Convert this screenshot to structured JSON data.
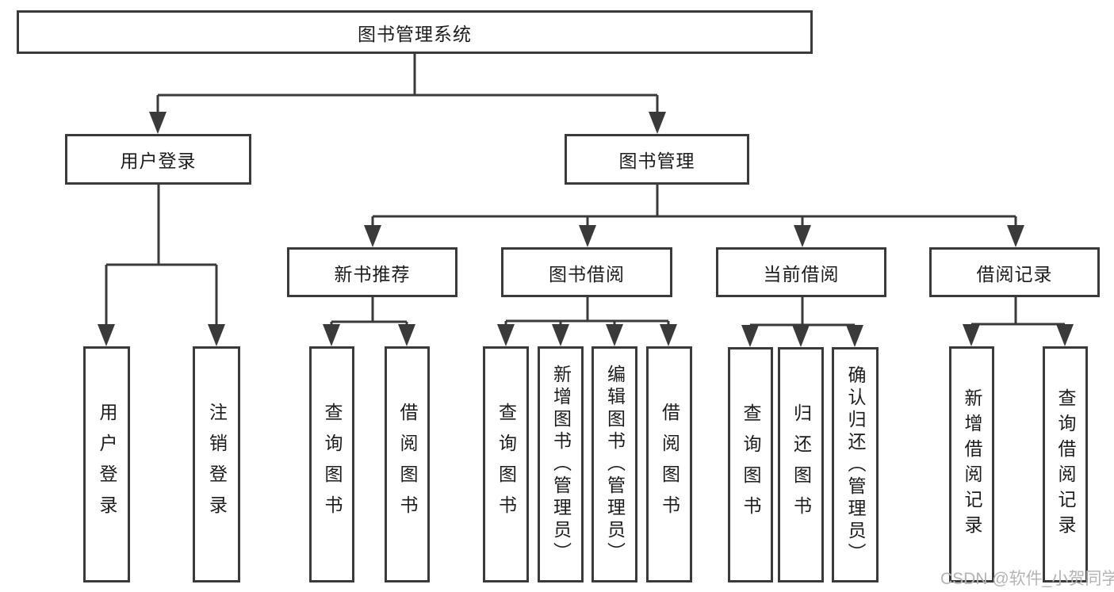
{
  "diagram": {
    "root": "图书管理系统",
    "branches": [
      {
        "label": "用户登录",
        "children": [
          "用户登录",
          "注销登录"
        ]
      },
      {
        "label": "图书管理",
        "sections": [
          {
            "label": "新书推荐",
            "children": [
              "查询图书",
              "借阅图书"
            ]
          },
          {
            "label": "图书借阅",
            "children": [
              "查询图书",
              "新增图书（管理员）",
              "编辑图书（管理员）",
              "借阅图书"
            ]
          },
          {
            "label": "当前借阅",
            "children": [
              "查询图书",
              "归还图书",
              "确认归还（管理员）"
            ]
          },
          {
            "label": "借阅记录",
            "children": [
              "新增借阅记录",
              "查询借阅记录"
            ]
          }
        ]
      }
    ]
  },
  "watermark": "CSDN @软件_小贺同学",
  "colors": {
    "line": "#3a3a3a",
    "text": "#1c1c1c",
    "watermark_text": "#b4b4b4",
    "background": "#ffffff"
  }
}
